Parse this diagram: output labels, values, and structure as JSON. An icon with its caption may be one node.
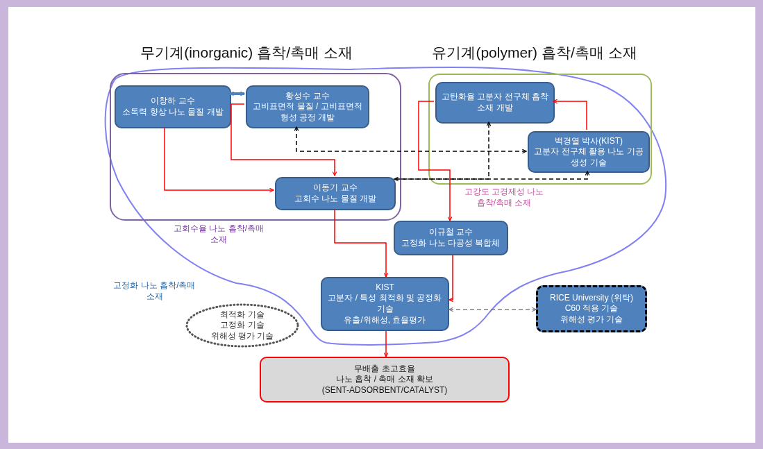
{
  "diagram": {
    "nodes": [
      {
        "text": [],
        "shape": "box"
      },
      {
        "text": [
          "이창하 교수",
          "소독력 향상 나노 물질 개발"
        ],
        "in": 0
      },
      {
        "text": [
          "황성수 교수",
          "고비표면적 물질 / 고비표면적 형성 공정 개발"
        ],
        "in": 0
      },
      {
        "text": [
          "이동기 교수",
          "고회수 나노 물질 개발"
        ],
        "in": 0
      },
      {
        "text": [],
        "shape": "box"
      },
      {
        "text": [
          "고탄화율 고분자 전구체 흡착 소재 개발"
        ],
        "in": 4
      },
      {
        "text": [
          "백경열 박사(KIST)",
          "고분자 전구체 활용 나노 기공 생성 기술"
        ],
        "in": 4
      },
      {
        "text": [
          "이규철 교수",
          "고정화 나노 다공성 복합체"
        ]
      },
      {
        "text": [
          "KIST",
          "고분자 / 특성 최적화 및 공정화 기술",
          "유출/위해성, 효율평가"
        ]
      },
      {
        "text": [
          "RICE University (위탁)",
          "C60 적용 기술",
          "위해성 평가 기술"
        ]
      },
      {
        "text": [
          "최적화 기술",
          "고정화 기술",
          "위해성 평가 기술"
        ]
      },
      {
        "text": [
          "무배출 초고효율",
          "나노 흡착 / 촉매 소재 확보",
          "(SENT-ADSORBENT/CATALYST)"
        ]
      }
    ],
    "edges": [
      {
        "from": 1,
        "to": 2,
        "arrow": "both",
        "style": "thick",
        "color": "#4f81bd"
      },
      {
        "from": 1,
        "to": 3,
        "arrow": "to"
      },
      {
        "from": 2,
        "to": 3,
        "arrow": "to"
      },
      {
        "from": 2,
        "to": 6,
        "arrow": "both",
        "style": "dashed",
        "color": "#000000"
      },
      {
        "from": 6,
        "to": 3,
        "arrow": "both",
        "style": "dashed",
        "color": "#000000"
      },
      {
        "from": 3,
        "to": 5,
        "arrow": "to",
        "style": "dashed",
        "color": "#000000"
      },
      {
        "from": 5,
        "to": 7,
        "arrow": "to"
      },
      {
        "from": 6,
        "to": 5,
        "arrow": "to"
      },
      {
        "from": 3,
        "to": 8,
        "arrow": "to"
      },
      {
        "from": 7,
        "to": 8,
        "arrow": "to"
      },
      {
        "from": 8,
        "to": 9,
        "arrow": "both",
        "style": "dashed",
        "color": "#808080"
      },
      {
        "from": 8,
        "to": 11,
        "arrow": "to"
      }
    ],
    "labels": [
      "무기계(inorganic) 흡착/촉매 소재",
      "유기계(polymer) 흡착/촉매 소재",
      "고회수율 나노 흡착/촉매 소재",
      "고강도 고경제성 나노 흡착/촉매 소재",
      "고정화 나노 흡착/촉매 소재"
    ]
  }
}
